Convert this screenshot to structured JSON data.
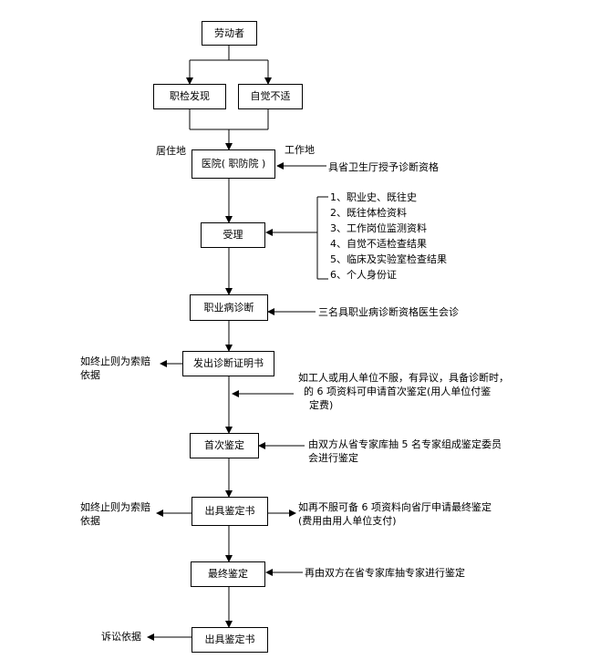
{
  "nodes": {
    "worker": "劳动者",
    "checkup_found": "职检发现",
    "self_discomfort": "自觉不适",
    "hospital": "医院( 职防院 )",
    "accept": "受理",
    "diagnosis": "职业病诊断",
    "issue_certificate": "发出诊断证明书",
    "first_appraisal": "首次鉴定",
    "issue_appraisal_1": "出具鉴定书",
    "final_appraisal": "最终鉴定",
    "issue_appraisal_2": "出具鉴定书"
  },
  "labels": {
    "residence": "居住地",
    "workplace": "工作地",
    "qualification": "具省卫生厅授予诊断资格",
    "consultation": "三名具职业病诊断资格医生会诊",
    "claim_basis_1": [
      "如终止则为索赔",
      "依据"
    ],
    "claim_basis_2": [
      "如终止则为索赔",
      "依据"
    ],
    "litigation_basis": "诉讼依据",
    "dispute_note": [
      "如工人或用人单位不服，有异议，具备诊断时，",
      "的 6 项资料可申请首次鉴定(用人单位付鉴",
      "定费)"
    ],
    "expert_panel_note": [
      "由双方从省专家库抽 5 名专家组成鉴定委员",
      "会进行鉴定"
    ],
    "final_apply_note": [
      "如再不服可备 6 项资料向省厅申请最终鉴定",
      "(费用由用人单位支付)"
    ],
    "final_expert_note": "再由双方在省专家库抽专家进行鉴定"
  },
  "materials": [
    "1、职业史、既往史",
    "2、既往体检资料",
    "3、工作岗位监测资料",
    "4、自觉不适检查结果",
    "5、临床及实验室检查结果",
    "6、个人身份证"
  ]
}
